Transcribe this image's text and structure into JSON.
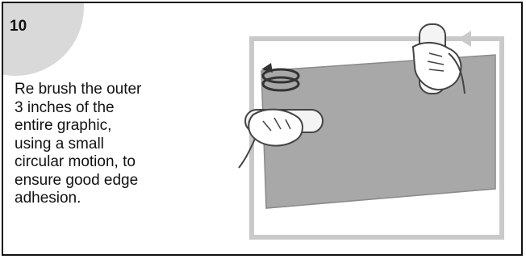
{
  "step": {
    "number": "10",
    "text_lines": [
      "Re brush the outer",
      "3 inches of the",
      "entire graphic,",
      "using a small",
      "circular motion, to",
      "ensure good edge",
      "adhesion."
    ]
  },
  "colors": {
    "badge": "#d9d9d9",
    "graphic_fill": "#a8a8a8",
    "guide_line": "#c9c9c9",
    "border": "#111111"
  },
  "illustration": {
    "icons": [
      "circular-motion-arrows-icon",
      "direction-arrow-icon",
      "hand-with-squeegee-icon"
    ]
  }
}
